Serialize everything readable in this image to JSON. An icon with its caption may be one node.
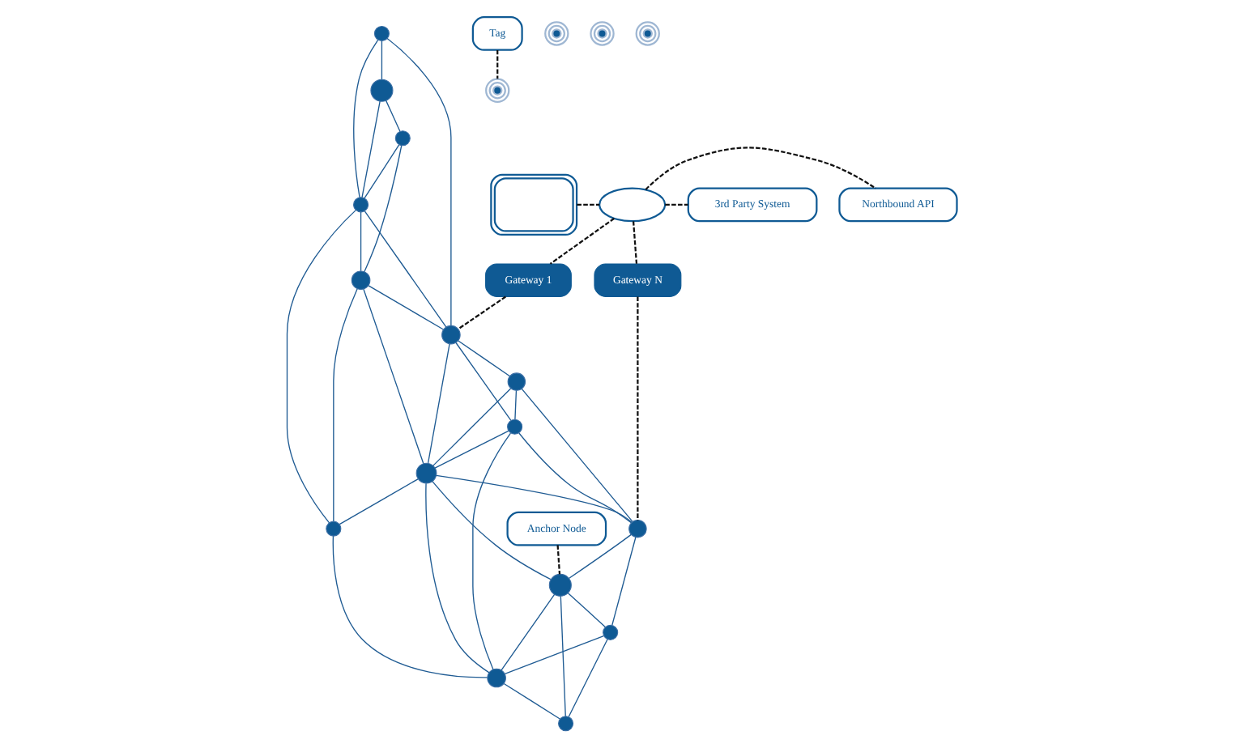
{
  "diagram": {
    "nodes": [
      {
        "text": [],
        "shape": "box"
      },
      {
        "text": [],
        "shape": "cloud"
      },
      {
        "text": [
          "Northbound API"
        ]
      },
      {
        "text": [
          "3rd Party System"
        ]
      },
      {
        "text": [
          "Gateway 1"
        ]
      },
      {
        "text": [
          "Gateway N"
        ]
      },
      {
        "text": [
          "Anchor Node"
        ]
      },
      {
        "text": [
          "Tag"
        ]
      },
      {
        "text": [],
        "shape": "circle"
      },
      {
        "text": [],
        "shape": "circle"
      },
      {
        "text": [],
        "shape": "circle"
      },
      {
        "text": [],
        "shape": "circle"
      },
      {
        "text": [],
        "shape": "circle"
      },
      {
        "text": [],
        "shape": "circle"
      },
      {
        "text": [],
        "shape": "circle"
      },
      {
        "text": [],
        "shape": "circle"
      },
      {
        "text": [],
        "shape": "circle"
      },
      {
        "text": [],
        "shape": "circle"
      },
      {
        "text": [],
        "shape": "circle"
      },
      {
        "text": [],
        "shape": "circle"
      },
      {
        "text": [],
        "shape": "circle"
      },
      {
        "text": [],
        "shape": "circle"
      },
      {
        "text": [],
        "shape": "circle"
      },
      {
        "text": [],
        "shape": "circle"
      },
      {
        "text": [],
        "shape": "circle"
      },
      {
        "text": [],
        "shape": "circle"
      },
      {
        "text": [],
        "shape": "circle"
      }
    ],
    "edges": [
      {
        "from": 0,
        "to": 1,
        "arrow": "none",
        "style": "dashed",
        "color": "#111111"
      },
      {
        "from": 1,
        "to": 2,
        "arrow": "none",
        "style": "dashed",
        "color": "#111111"
      },
      {
        "from": 1,
        "to": 3,
        "arrow": "none",
        "style": "dashed",
        "color": "#111111"
      },
      {
        "from": 1,
        "to": 4,
        "arrow": "none",
        "style": "dashed",
        "color": "#111111"
      },
      {
        "from": 1,
        "to": 5,
        "arrow": "none",
        "style": "dashed",
        "color": "#111111"
      },
      {
        "from": 4,
        "to": 9,
        "arrow": "none",
        "style": "dashed",
        "color": "#111111"
      },
      {
        "from": 5,
        "to": 11,
        "arrow": "none",
        "style": "dashed",
        "color": "#111111"
      },
      {
        "from": 6,
        "to": 13,
        "arrow": "none",
        "style": "dashed",
        "color": "#111111"
      },
      {
        "from": 7,
        "to": 25,
        "arrow": "none",
        "style": "dashed",
        "color": "#111111"
      },
      {
        "from": 10,
        "to": 9,
        "arrow": "none"
      },
      {
        "from": 10,
        "to": 15,
        "arrow": "none"
      },
      {
        "from": 10,
        "to": 17,
        "arrow": "none"
      },
      {
        "from": 15,
        "to": 17,
        "arrow": "none"
      },
      {
        "from": 15,
        "to": 22,
        "arrow": "none"
      },
      {
        "from": 22,
        "to": 17,
        "arrow": "none"
      },
      {
        "from": 22,
        "to": 20,
        "arrow": "none"
      },
      {
        "from": 17,
        "to": 20,
        "arrow": "none"
      },
      {
        "from": 17,
        "to": 9,
        "arrow": "none"
      },
      {
        "from": 17,
        "to": 18,
        "arrow": "none"
      },
      {
        "from": 20,
        "to": 9,
        "arrow": "none"
      },
      {
        "from": 20,
        "to": 16,
        "arrow": "none"
      },
      {
        "from": 20,
        "to": 18,
        "arrow": "none"
      },
      {
        "from": 9,
        "to": 8,
        "arrow": "none"
      },
      {
        "from": 9,
        "to": 12,
        "arrow": "none"
      },
      {
        "from": 9,
        "to": 16,
        "arrow": "none"
      },
      {
        "from": 8,
        "to": 16,
        "arrow": "none"
      },
      {
        "from": 8,
        "to": 12,
        "arrow": "none"
      },
      {
        "from": 12,
        "to": 16,
        "arrow": "none"
      },
      {
        "from": 16,
        "to": 18,
        "arrow": "none"
      },
      {
        "from": 18,
        "to": 19,
        "arrow": "none"
      },
      {
        "from": 8,
        "to": 11,
        "arrow": "none"
      },
      {
        "from": 12,
        "to": 11,
        "arrow": "none"
      },
      {
        "from": 12,
        "to": 19,
        "arrow": "none"
      },
      {
        "from": 16,
        "to": 11,
        "arrow": "none"
      },
      {
        "from": 16,
        "to": 13,
        "arrow": "none"
      },
      {
        "from": 16,
        "to": 19,
        "arrow": "none"
      },
      {
        "from": 11,
        "to": 13,
        "arrow": "none"
      },
      {
        "from": 11,
        "to": 14,
        "arrow": "none"
      },
      {
        "from": 13,
        "to": 14,
        "arrow": "none"
      },
      {
        "from": 13,
        "to": 19,
        "arrow": "none"
      },
      {
        "from": 13,
        "to": 21,
        "arrow": "none"
      },
      {
        "from": 14,
        "to": 19,
        "arrow": "none"
      },
      {
        "from": 14,
        "to": 21,
        "arrow": "none"
      },
      {
        "from": 19,
        "to": 21,
        "arrow": "none"
      }
    ]
  }
}
